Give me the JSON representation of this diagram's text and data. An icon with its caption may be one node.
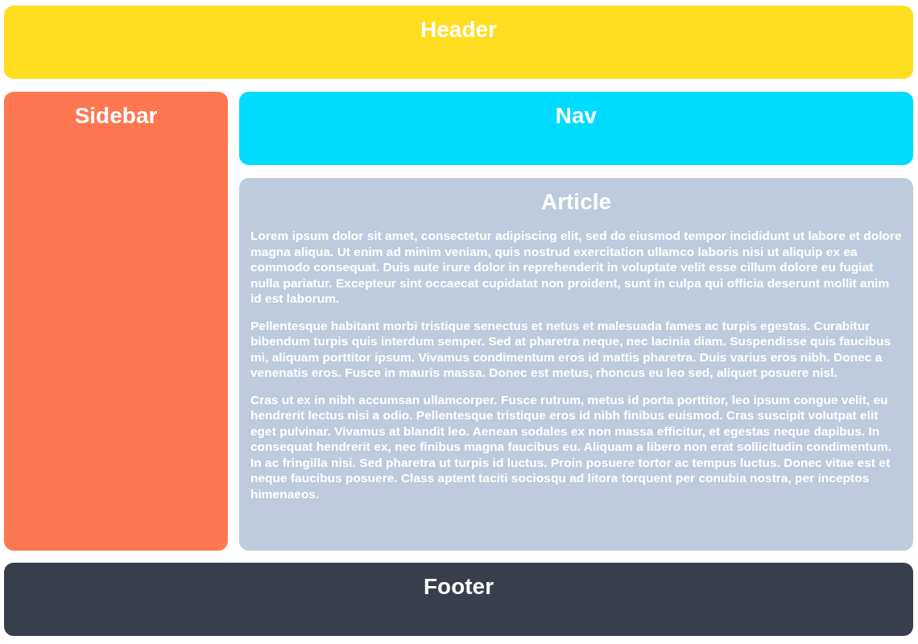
{
  "diagram": {
    "nodes": [
      {
        "text": [
          "Header"
        ]
      },
      {
        "text": [
          "Sidebar"
        ]
      },
      {
        "text": [
          "Nav"
        ]
      },
      {
        "text": [
          "Article",
          "Lorem ipsum dolor sit amet, consectetur adipiscing elit, sed do eiusmod tempor incididunt ut labore et dolore magna aliqua. Ut enim ad minim veniam, quis nostrud exercitation ullamco laboris nisi ut aliquip ex ea commodo consequat. Duis aute irure dolor in reprehenderit in voluptate velit esse cillum dolore eu fugiat nulla pariatur. Excepteur sint occaecat cupidatat non proident, sunt in culpa qui officia deserunt mollit anim id est laborum.",
          "Pellentesque habitant morbi tristique senectus et netus et malesuada fames ac turpis egestas. Curabitur bibendum turpis quis interdum semper. Sed at pharetra neque, nec lacinia diam. Suspendisse quis faucibus mi, aliquam porttitor ipsum. Vivamus condimentum eros id mattis pharetra. Duis varius eros nibh. Donec a venenatis eros. Fusce in mauris massa. Donec est metus, rhoncus eu leo sed, aliquet posuere nisl.",
          "Cras ut ex in nibh accumsan ullamcorper. Fusce rutrum, metus id porta porttitor, leo ipsum congue velit, eu hendrerit lectus nisi a odio. Pellentesque tristique eros id nibh finibus euismod. Cras suscipit volutpat elit eget pulvinar. Vivamus at blandit leo. Aenean sodales ex non massa efficitur, et egestas neque dapibus. In consequat hendrerit ex, nec finibus magna faucibus eu. Aliquam a libero non erat sollicitudin condimentum. In ac fringilla nisi. Sed pharetra ut turpis id luctus. Proin posuere tortor ac tempus luctus. Donec vitae est et neque faucibus posuere. Class aptent taciti sociosqu ad litora torquent per conubia nostra, per inceptos himenaeos."
        ]
      },
      {
        "text": [
          "Footer"
        ]
      }
    ]
  }
}
